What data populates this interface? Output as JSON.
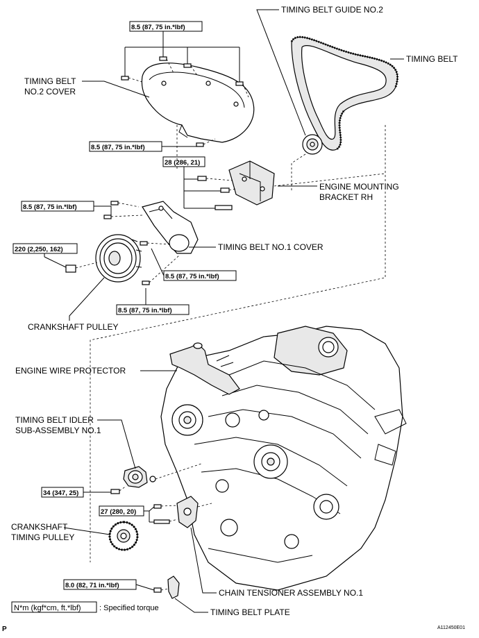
{
  "labels": {
    "timing_belt_guide_no2": "TIMING BELT GUIDE NO.2",
    "timing_belt": "TIMING BELT",
    "timing_belt_no2_cover": [
      "TIMING BELT",
      "NO.2 COVER"
    ],
    "engine_mounting_bracket_rh": [
      "ENGINE MOUNTING",
      "BRACKET RH"
    ],
    "timing_belt_no1_cover": "TIMING BELT NO.1 COVER",
    "crankshaft_pulley": "CRANKSHAFT PULLEY",
    "engine_wire_protector": "ENGINE WIRE PROTECTOR",
    "timing_belt_idler": [
      "TIMING BELT IDLER",
      "SUB-ASSEMBLY NO.1"
    ],
    "crankshaft_timing_pulley": [
      "CRANKSHAFT",
      "TIMING PULLEY"
    ],
    "chain_tensioner": "CHAIN TENSIONER ASSEMBLY NO.1",
    "timing_belt_plate": "TIMING BELT PLATE"
  },
  "torques": {
    "t1": "8.5 (87, 75 in.*lbf)",
    "t2": "8.5 (87, 75 in.*lbf)",
    "t3": "28 (286, 21)",
    "t4": "8.5 (87, 75 in.*lbf)",
    "t5": "220 (2,250, 162)",
    "t6": "8.5 (87, 75 in.*lbf)",
    "t7": "8.5 (87, 75 in.*lbf)",
    "t8": "34 (347, 25)",
    "t9": "27 (280, 20)",
    "t10": "8.0 (82, 71 in.*lbf)"
  },
  "legend": {
    "unit": "N*m (kgf*cm, ft.*lbf)",
    "text": ": Specified torque"
  },
  "corner_letter": "P",
  "figure_code": "A112450E01"
}
